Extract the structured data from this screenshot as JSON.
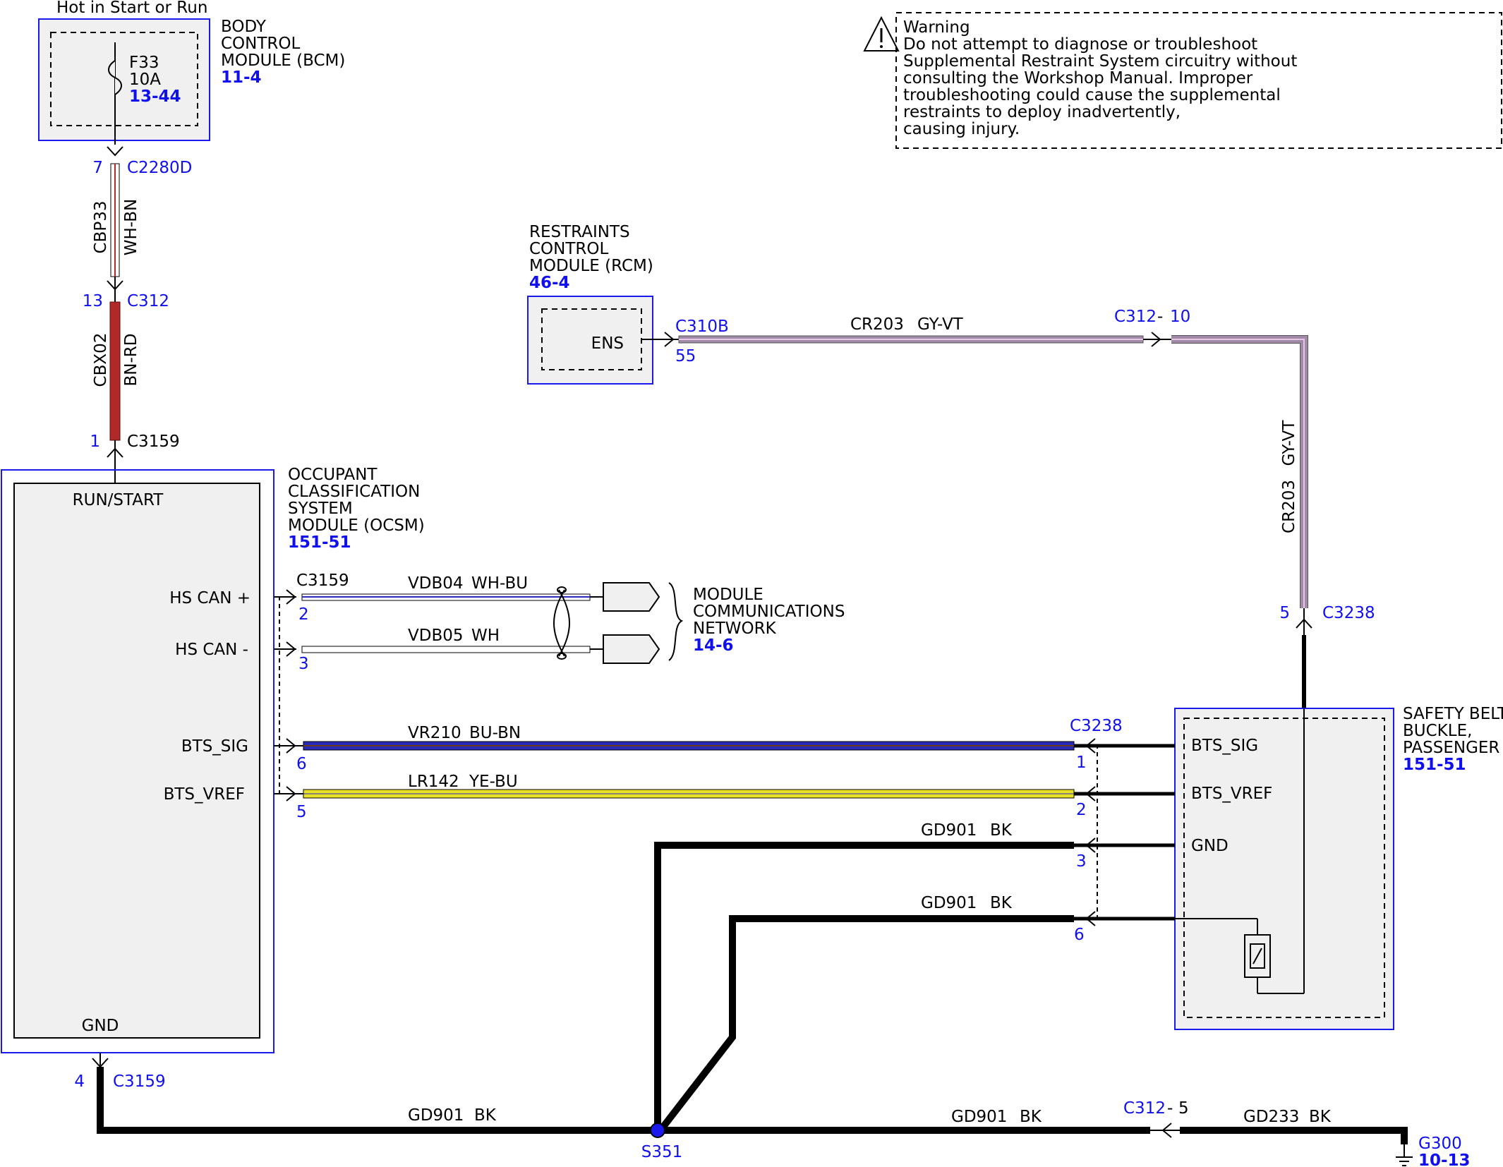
{
  "header": {
    "power": "Hot in Start or Run"
  },
  "warning": {
    "lines": [
      "Warning",
      "Do not attempt to diagnose or troubleshoot",
      "Supplemental Restraint System circuitry without",
      "consulting the Workshop Manual. Improper",
      "troubleshooting could cause the supplemental",
      "restraints to deploy inadvertently,",
      "causing injury."
    ]
  },
  "bcm": {
    "name_lines": [
      "BODY",
      "CONTROL",
      "MODULE (BCM)"
    ],
    "ref": "11-4",
    "fuse": {
      "id": "F33",
      "rating": "10A",
      "ref": "13-44"
    }
  },
  "rcm": {
    "name_lines": [
      "RESTRAINTS",
      "CONTROL",
      "MODULE (RCM)"
    ],
    "ref": "46-4",
    "pin_label": "ENS"
  },
  "ocsm": {
    "name_lines": [
      "OCCUPANT",
      "CLASSIFICATION",
      "SYSTEM",
      "MODULE (OCSM)"
    ],
    "ref": "151-51",
    "pins": {
      "run_start": "RUN/START",
      "hs_can_plus": "HS CAN +",
      "hs_can_minus": "HS CAN -",
      "bts_sig": "BTS_SIG",
      "bts_vref": "BTS_VREF",
      "gnd": "GND"
    }
  },
  "buckle": {
    "name_lines": [
      "SAFETY BELT",
      "BUCKLE,",
      "PASSENGER"
    ],
    "ref": "151-51",
    "pins": {
      "bts_sig": "BTS_SIG",
      "bts_vref": "BTS_VREF",
      "gnd": "GND"
    }
  },
  "network": {
    "name_lines": [
      "MODULE",
      "COMMUNICATIONS",
      "NETWORK"
    ],
    "ref": "14-6"
  },
  "connectors": {
    "c2280d": {
      "name": "C2280D",
      "pin": "7"
    },
    "c312_top": {
      "name": "C312",
      "pin": "13"
    },
    "c3159_top": {
      "name": "C3159",
      "pin": "1"
    },
    "c3159_can": {
      "name": "C3159",
      "pin_plus": "2",
      "pin_minus": "3"
    },
    "c3159_bts": {
      "pin_sig": "6",
      "pin_vref": "5"
    },
    "c3159_gnd": {
      "name": "C3159",
      "pin": "4"
    },
    "c310b": {
      "name": "C310B",
      "pin": "55"
    },
    "c312_cr": {
      "name": "C312",
      "sep": "-",
      "pin": "10"
    },
    "c3238_top": {
      "name": "C3238",
      "pin": "5"
    },
    "c3238_buckle": {
      "name": "C3238",
      "pins": [
        "1",
        "2",
        "3",
        "6"
      ]
    },
    "c312_gnd": {
      "name": "C312",
      "sep": "-",
      "pin": "5"
    }
  },
  "wires": {
    "cbp33": {
      "circuit": "CBP33",
      "color": "WH-BN"
    },
    "cbx02": {
      "circuit": "CBX02",
      "color": "BN-RD"
    },
    "cr203_h": {
      "circuit": "CR203",
      "color": "GY-VT"
    },
    "cr203_v": {
      "circuit": "CR203",
      "color": "GY-VT"
    },
    "vdb04": {
      "circuit": "VDB04",
      "color": "WH-BU"
    },
    "vdb05": {
      "circuit": "VDB05",
      "color": "WH"
    },
    "vr210": {
      "circuit": "VR210",
      "color": "BU-BN"
    },
    "lr142": {
      "circuit": "LR142",
      "color": "YE-BU"
    },
    "gd901_a": {
      "circuit": "GD901",
      "color": "BK"
    },
    "gd901_b": {
      "circuit": "GD901",
      "color": "BK"
    },
    "gd901_c": {
      "circuit": "GD901",
      "color": "BK"
    },
    "gd901_d": {
      "circuit": "GD901",
      "color": "BK"
    },
    "gd233": {
      "circuit": "GD233",
      "color": "BK"
    }
  },
  "splice": {
    "name": "S351"
  },
  "ground": {
    "name": "G300",
    "ref": "10-13"
  },
  "colors": {
    "outline_blue": "#1a1aee",
    "module_fill": "#f0f0f0",
    "brown_red": "#b02828",
    "gray_violet": "#a08aa8",
    "blue_brown": "#2a2ab8",
    "yellow": "#e8e024",
    "black": "#000000"
  }
}
